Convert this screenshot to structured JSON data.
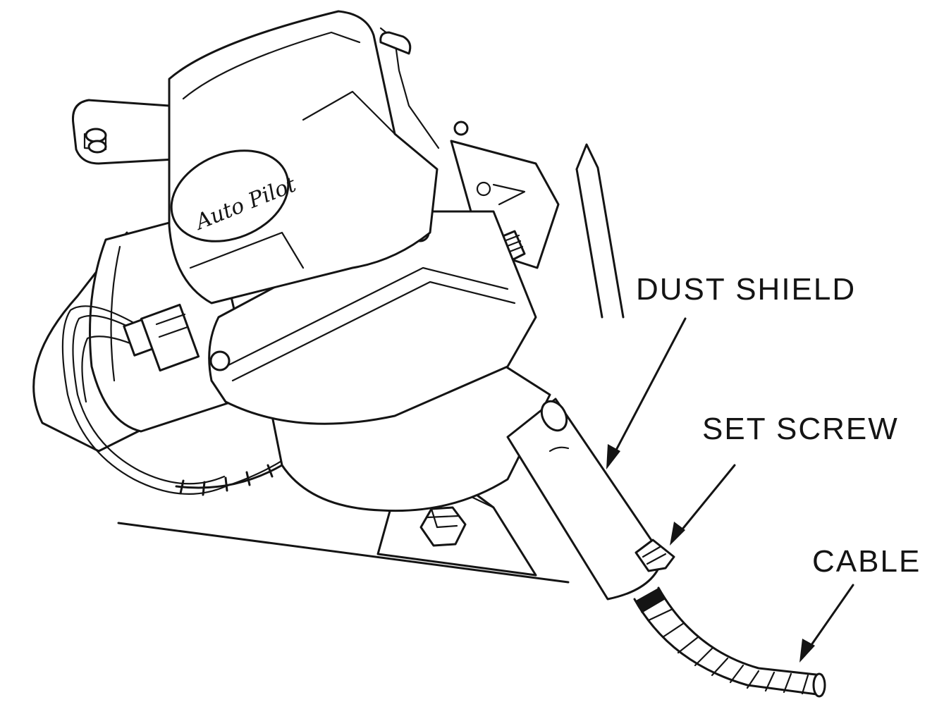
{
  "diagram": {
    "logo_text": "Auto Pilot",
    "labels": {
      "dust_shield": "DUST SHIELD",
      "set_screw": "SET SCREW",
      "cable": "CABLE"
    }
  }
}
